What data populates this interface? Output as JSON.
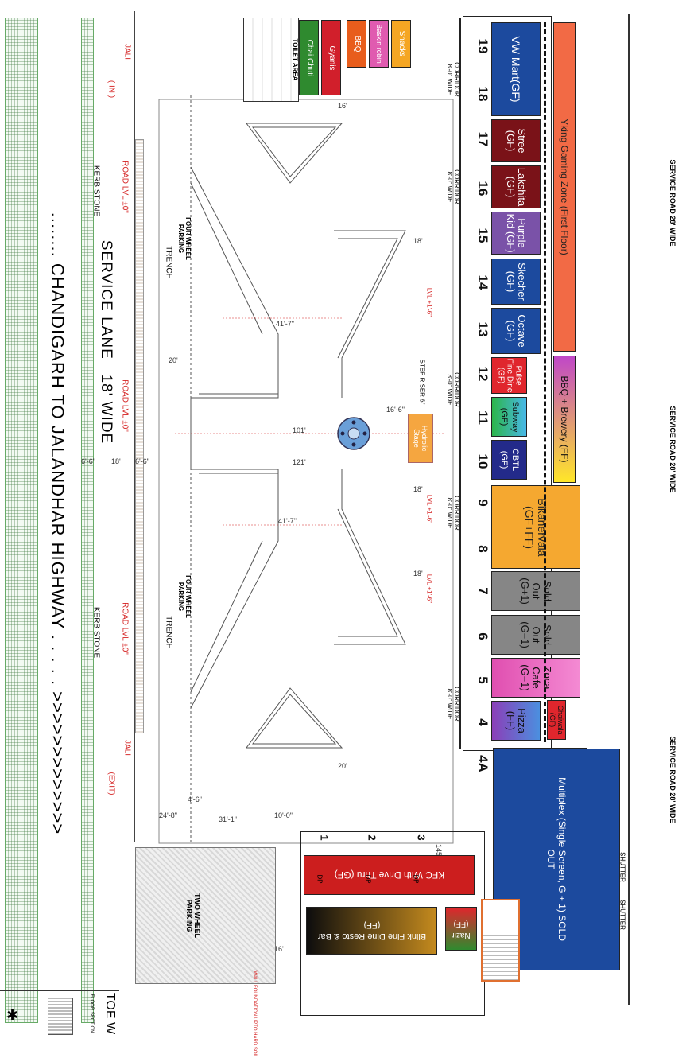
{
  "highway": {
    "label": "CHANDIGARH TO JALANDHAR HIGHWAY",
    "lead": "........",
    "trail": ". . . . . >>>>>>>>>>>>>"
  },
  "service_lane": {
    "label": "SERVICE LANE",
    "width": "18' WIDE"
  },
  "service_road_label": "SERVICE ROAD 28' WIDE",
  "kerb_label": "KERB STONE",
  "road_level": "ROAD LVL ±0\"",
  "jali_label": "JALI",
  "entry_label": "( IN )",
  "exit_label": "(EXIT)",
  "parking": {
    "four_wheel": "FOUR WHEEL PARKING",
    "trench": "TRENCH",
    "two_wheel": "TWO WHEEL PARKING"
  },
  "corridor_label": "CORRIDOR 8'-0\" WIDE",
  "step_riser": "STEP RISER 6\"",
  "level_label": "LVL +1'-6\"",
  "toilet_label": "TOILET AREA",
  "toe_label": "TOE W",
  "floor_section": "FLOOR SECTION",
  "wall_note": "WALL FOUNDATION UPTO HARD SOIL",
  "dimensions": [
    "16'",
    "18'",
    "41'-7\"",
    "20'",
    "101'",
    "16'-6\"",
    "121'",
    "18'",
    "41'-7\"",
    "18'",
    "6'-6\"",
    "18'",
    "6'-6\"",
    "20'",
    "24'-8\"",
    "4'-6\"",
    "31'-1\"",
    "10'-0\"",
    "16'",
    "145.36 SQ.FT."
  ],
  "kiosks": [
    {
      "name": "Snacks",
      "color": "#f5a623"
    },
    {
      "name": "Baskin robin",
      "color": "#e05bb0"
    },
    {
      "name": "BBQ",
      "color": "#e85d1c"
    },
    {
      "name": "Gyanis",
      "color": "#d11f2b"
    },
    {
      "name": "Chai Chuti",
      "color": "#2f8a2f"
    }
  ],
  "shops": [
    {
      "num": "19",
      "name": "VW Mart(GF)"
    },
    {
      "num": "18",
      "name": ""
    },
    {
      "num": "17",
      "name": "Stree (GF)"
    },
    {
      "num": "16",
      "name": "Lakshita (GF)"
    },
    {
      "num": "15",
      "name": "Purple Kid (GF)"
    },
    {
      "num": "14",
      "name": "Skecher (GF)"
    },
    {
      "num": "13",
      "name": "Octave (GF)"
    },
    {
      "num": "12",
      "name": "Pulse Fine Dine (GF)"
    },
    {
      "num": "11",
      "name": "Subway (GF)"
    },
    {
      "num": "10",
      "name": "CBTL (GF)"
    },
    {
      "num": "9",
      "name": ""
    },
    {
      "num": "8",
      "name": "Bikanervala (GF+FF)"
    },
    {
      "num": "7",
      "name": "Sold Out (G+1)"
    },
    {
      "num": "6",
      "name": "Sold Out (G+1)"
    },
    {
      "num": "5",
      "name": "Zoca Cafe (G+1)"
    },
    {
      "num": "4",
      "name": "Pizza (FF)"
    },
    {
      "num": "4A",
      "name": ""
    }
  ],
  "first_floor": {
    "gaming": "Yking Gaming Zone (First Floor)",
    "brewery": "BBQ + Brewery (FF)",
    "chaiwala": "Chaiwala (GF)"
  },
  "multiplex": "Multiplex (Single Screen, G + 1) SOLD OUT",
  "stage": "Hydrolic Stage",
  "kfc": "KFC With Drive Thru (GF)",
  "blink": "Blink Fine Dine Resto & Bar (FF)",
  "nazir": "Nazir (FF)",
  "dp_blocks": [
    "1",
    "2",
    "3"
  ],
  "dp_label": "DP",
  "shutter": "SHUTTER"
}
